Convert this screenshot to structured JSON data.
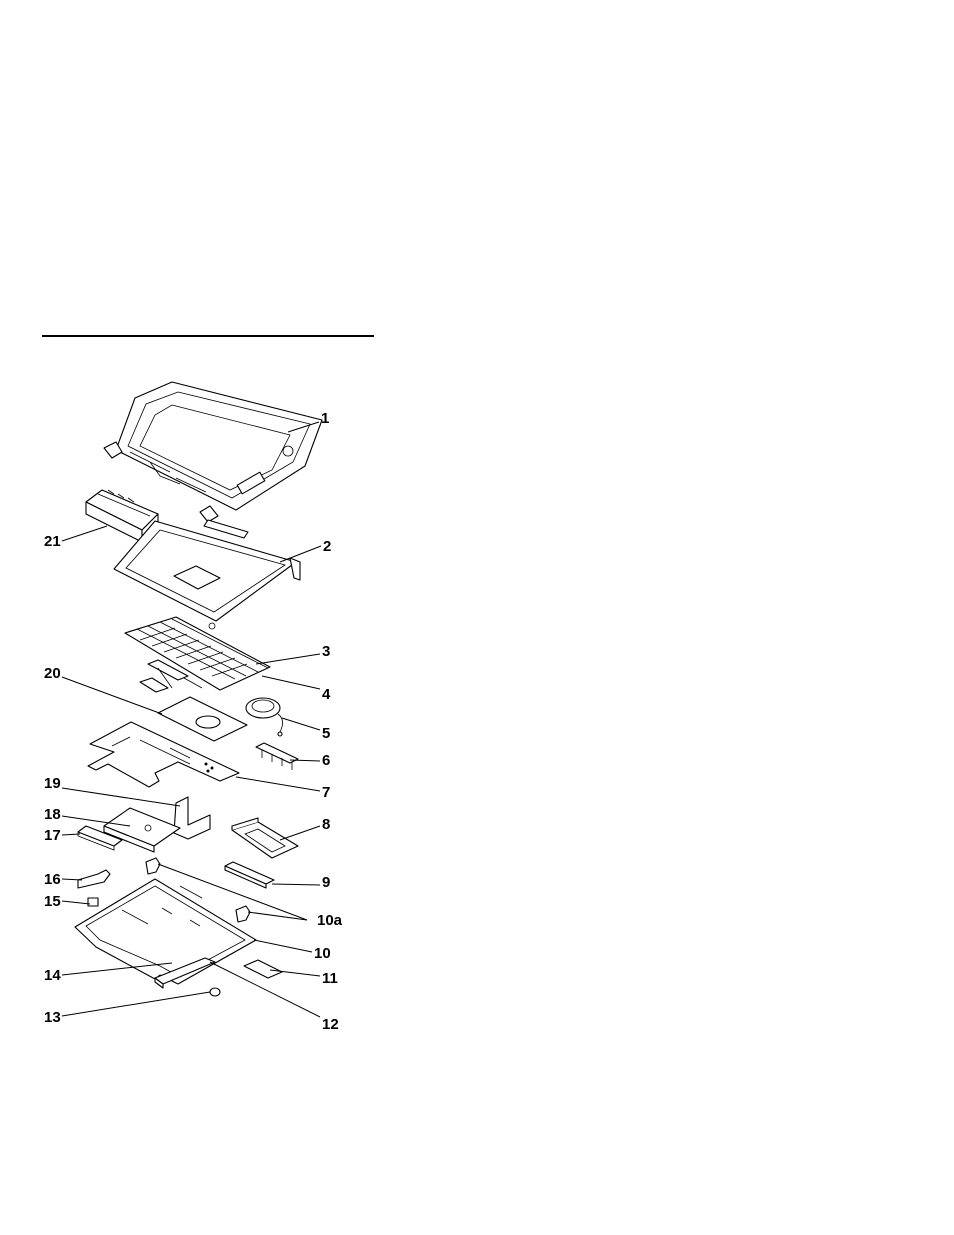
{
  "diagram": {
    "callouts": [
      "1",
      "2",
      "3",
      "4",
      "5",
      "6",
      "7",
      "8",
      "9",
      "10a",
      "10",
      "11",
      "12",
      "13",
      "14",
      "15",
      "16",
      "17",
      "18",
      "19",
      "20",
      "21"
    ]
  },
  "icons": {
    "part_1": "lcd-display-assembly",
    "part_2": "keyboard-bezel",
    "part_3": "keyboard",
    "part_4": "keyboard-cable",
    "part_5": "speaker",
    "part_6": "bracket",
    "part_7": "system-board",
    "part_8": "drive-assembly",
    "part_9": "cover-strip",
    "part_10": "base-cover",
    "part_10a": "hinge-brackets",
    "part_11": "small-plate",
    "part_12": "front-cover",
    "part_13": "rubber-foot",
    "part_14": "cover-strip",
    "part_15": "small-cap",
    "part_16": "latch",
    "part_17": "bracket",
    "part_18": "hard-disk-drive",
    "part_19": "flex-cable",
    "part_20": "insulator-sheet",
    "part_21": "battery-pack"
  }
}
